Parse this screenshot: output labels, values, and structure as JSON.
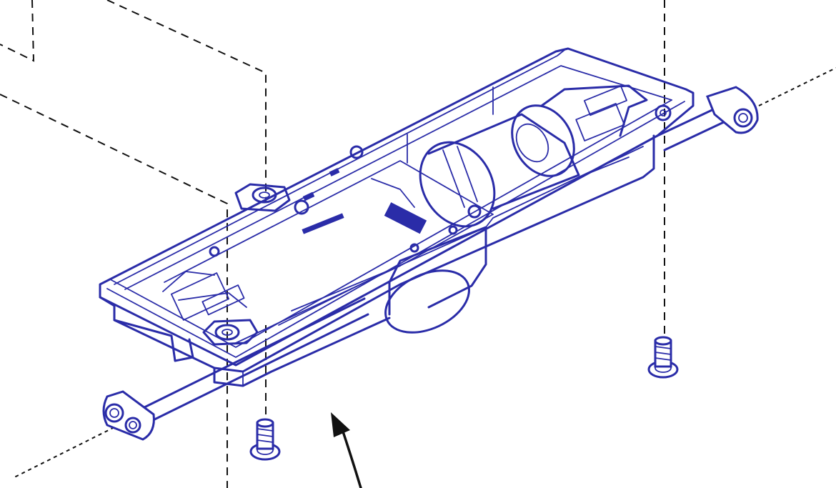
{
  "diagram": {
    "kind": "exploded-assembly",
    "line_color": "#2a2ca8",
    "guide_color": "#111111",
    "background": "#ffffff",
    "parts": [
      {
        "id": "operator-housing",
        "name": "housing-icon"
      },
      {
        "id": "motor",
        "name": "motor-icon"
      },
      {
        "id": "drive-arm",
        "name": "drive-arm-icon"
      },
      {
        "id": "mounting-screw-left",
        "name": "screw-icon"
      },
      {
        "id": "mounting-screw-right",
        "name": "screw-icon"
      }
    ],
    "annotations": {
      "rotation_arrow": "curved-arrow-icon"
    }
  }
}
